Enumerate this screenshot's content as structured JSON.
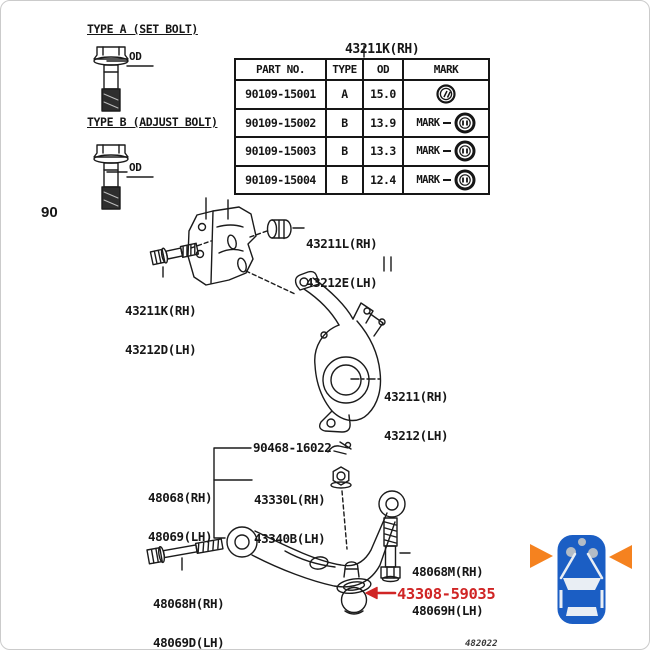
{
  "legend": {
    "type_a_title": "TYPE A (SET BOLT)",
    "type_a_od": "OD",
    "type_b_title": "TYPE B (ADJUST BOLT)",
    "type_b_od": "OD",
    "page_ref": "90"
  },
  "bolt_table": {
    "callout": {
      "line1": "43211K(RH)",
      "line2": "43212D(LH)"
    },
    "headers": [
      "PART NO.",
      "TYPE",
      "OD",
      "MARK"
    ],
    "rows": [
      {
        "part_no": "90109-15001",
        "type": "A",
        "od": "15.0",
        "mark_label": "",
        "mark_icon": "double-circle-slash-mark-icon"
      },
      {
        "part_no": "90109-15002",
        "type": "B",
        "od": "13.9",
        "mark_label": "MARK",
        "mark_icon": "bolt-head-mark-icon"
      },
      {
        "part_no": "90109-15003",
        "type": "B",
        "od": "13.3",
        "mark_label": "MARK",
        "mark_icon": "bolt-head-mark-icon"
      },
      {
        "part_no": "90109-15004",
        "type": "B",
        "od": "12.4",
        "mark_label": "MARK",
        "mark_icon": "bolt-head-mark-icon"
      }
    ]
  },
  "callouts": {
    "knuckle_bolt": {
      "line1": "43211K(RH)",
      "line2": "43212D(LH)"
    },
    "adjust_cam": {
      "line1": "43211L(RH)",
      "line2": "43212E(LH)"
    },
    "knuckle": {
      "line1": "43211(RH)",
      "line2": "43212(LH)"
    },
    "clip": {
      "line1": "90468-16022"
    },
    "lower_arm": {
      "line1": "48068(RH)",
      "line2": "48069(LH)"
    },
    "arm_shaft_nut": {
      "line1": "43330L(RH)",
      "line2": "43340B(LH)"
    },
    "arm_front_bolt": {
      "line1": "48068H(RH)",
      "line2": "48069D(LH)"
    },
    "ball_joint_bolt": {
      "line1": "48068M(RH)",
      "line2": "48069H(LH)"
    },
    "ball_joint_highlighted": {
      "line1": "43308-59035"
    }
  },
  "footer": {
    "drawing_code": "482022"
  },
  "colors": {
    "line": "#1b1b1b",
    "highlight_red": "#d02525",
    "car_blue": "#1b5ec4",
    "arrow_orange": "#f5821f"
  }
}
